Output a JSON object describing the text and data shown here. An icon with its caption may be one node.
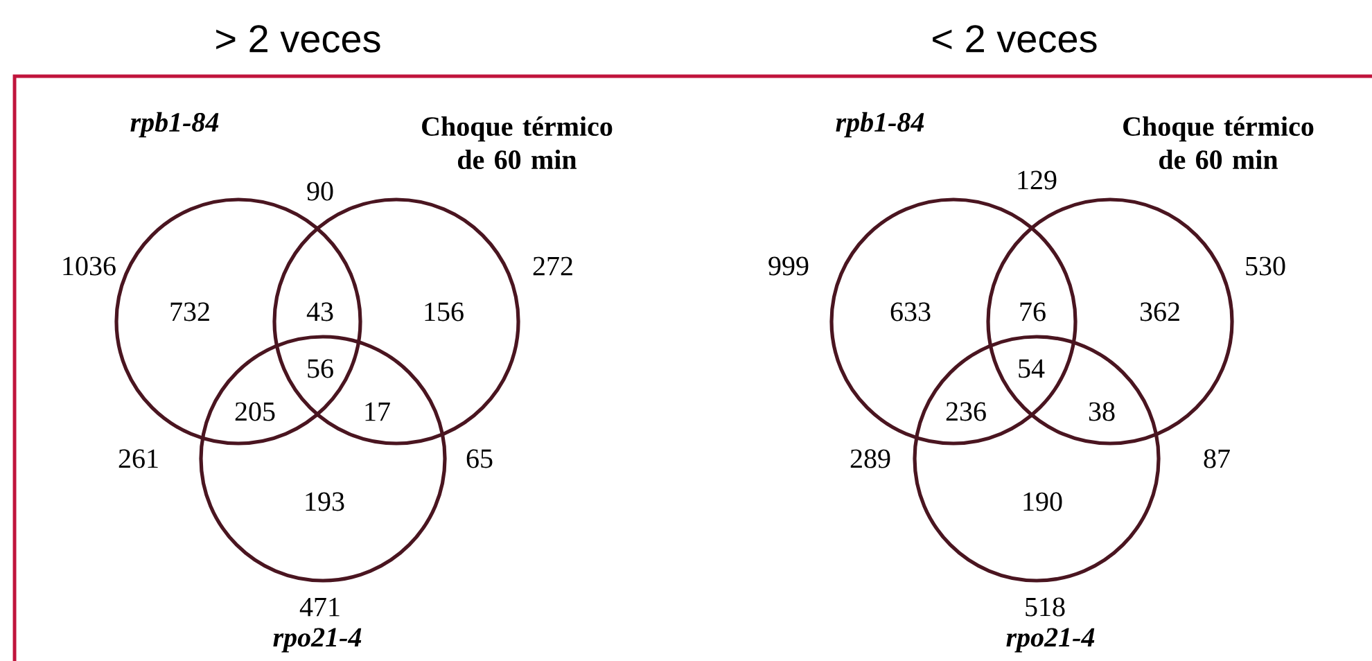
{
  "diagram": {
    "nodes": [
      {
        "text": [
          "rpb1-84"
        ]
      },
      {
        "text": [
          "Choque térmico de 60 min"
        ]
      },
      {
        "text": [
          "rpo21-4"
        ]
      },
      {
        "text": [
          "rpb1-84"
        ]
      },
      {
        "text": [
          "Choque térmico de 60 min"
        ]
      },
      {
        "text": [
          "rpo21-4"
        ]
      }
    ],
    "labels": [
      "> 2 veces",
      "< 2 veces",
      "90",
      "1036",
      "272",
      "732",
      "43",
      "156",
      "56",
      "205",
      "17",
      "261",
      "65",
      "193",
      "471",
      "129",
      "999",
      "530",
      "633",
      "76",
      "362",
      "54",
      "236",
      "38",
      "289",
      "87",
      "190",
      "518"
    ]
  }
}
